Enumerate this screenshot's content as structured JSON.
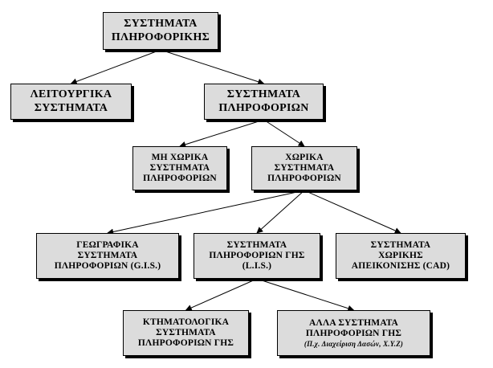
{
  "nodes": {
    "root": {
      "lines": [
        "ΣΥΣΤΗΜΑΤΑ",
        "ΠΛΗΡΟΦΟΡΙΚΗΣ"
      ]
    },
    "operating_systems": {
      "lines": [
        "ΛΕΙΤΟΥΡΓΙΚΑ",
        "ΣΥΣΤΗΜΑΤΑ"
      ]
    },
    "information_systems": {
      "lines": [
        "ΣΥΣΤΗΜΑΤΑ",
        "ΠΛΗΡΟΦΟΡΙΩΝ"
      ]
    },
    "non_spatial": {
      "lines": [
        "ΜΗ ΧΩΡΙΚΑ",
        "ΣΥΣΤΗΜΑΤΑ",
        "ΠΛΗΡΟΦΟΡΙΩΝ"
      ]
    },
    "spatial": {
      "lines": [
        "ΧΩΡΙΚΑ",
        "ΣΥΣΤΗΜΑΤΑ",
        "ΠΛΗΡΟΦΟΡΙΩΝ"
      ]
    },
    "gis": {
      "lines": [
        "ΓΕΩΓΡΑΦΙΚΑ",
        "ΣΥΣΤΗΜΑΤΑ",
        "ΠΛΗΡΟΦΟΡΙΩΝ (G.I.S.)"
      ]
    },
    "lis": {
      "lines": [
        "ΣΥΣΤΗΜΑΤΑ",
        "ΠΛΗΡΟΦΟΡΙΩΝ ΓΗΣ",
        "(L.I.S.)"
      ]
    },
    "cad": {
      "lines": [
        "ΣΥΣΤΗΜΑΤΑ",
        "ΧΩΡΙΚΗΣ",
        "ΑΠΕΙΚΟΝΙΣΗΣ  (CAD)"
      ]
    },
    "cadastral": {
      "lines": [
        "ΚΤΗΜΑΤΟΛΟΓΙΚΑ",
        "ΣΥΣΤΗΜΑΤΑ",
        "ΠΛΗΡΟΦΟΡΙΩΝ ΓΗΣ"
      ]
    },
    "other_lis": {
      "lines": [
        "ΑΛΛΑ ΣΥΣΤΗΜΑΤΑ",
        "ΠΛΗΡΟΦΟΡΙΩΝ ΓΗΣ"
      ],
      "note": "(Π.χ. Διαχείριση Δασών, X.Y.Z)"
    }
  },
  "edges": [
    [
      "root",
      "operating_systems"
    ],
    [
      "root",
      "information_systems"
    ],
    [
      "information_systems",
      "non_spatial"
    ],
    [
      "information_systems",
      "spatial"
    ],
    [
      "spatial",
      "gis"
    ],
    [
      "spatial",
      "lis"
    ],
    [
      "spatial",
      "cad"
    ],
    [
      "lis",
      "cadastral"
    ],
    [
      "lis",
      "other_lis"
    ]
  ]
}
